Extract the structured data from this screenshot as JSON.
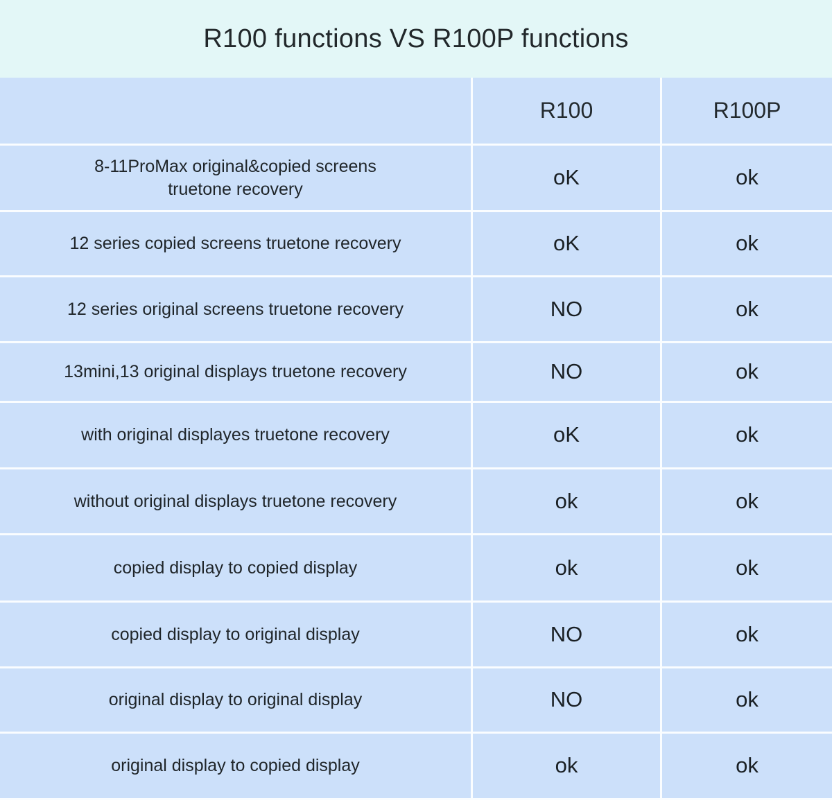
{
  "title": "R100 functions VS R100P functions",
  "colors": {
    "banner_background": "#e3f7f7",
    "cell_background": "#cce0fa",
    "grid_line": "#fafdff",
    "text": "#1f2529"
  },
  "table": {
    "columns": [
      {
        "key": "feature",
        "label": ""
      },
      {
        "key": "r100",
        "label": "R100"
      },
      {
        "key": "r100p",
        "label": "R100P"
      }
    ],
    "rows": [
      {
        "feature_line1": "8-11ProMax original&copied screens",
        "feature_line2": "truetone recovery",
        "r100": "oK",
        "r100p": "ok"
      },
      {
        "feature_line1": "12 series copied screens truetone recovery",
        "feature_line2": "",
        "r100": "oK",
        "r100p": "ok"
      },
      {
        "feature_line1": "12 series original screens truetone recovery",
        "feature_line2": "",
        "r100": "NO",
        "r100p": "ok"
      },
      {
        "feature_line1": "13mini,13 original displays truetone recovery",
        "feature_line2": "",
        "r100": "NO",
        "r100p": "ok"
      },
      {
        "feature_line1": "with original displayes truetone recovery",
        "feature_line2": "",
        "r100": "oK",
        "r100p": "ok"
      },
      {
        "feature_line1": "without original displays truetone recovery",
        "feature_line2": "",
        "r100": "ok",
        "r100p": "ok"
      },
      {
        "feature_line1": "copied display to copied display",
        "feature_line2": "",
        "r100": "ok",
        "r100p": "ok"
      },
      {
        "feature_line1": "copied display to original display",
        "feature_line2": "",
        "r100": "NO",
        "r100p": "ok"
      },
      {
        "feature_line1": "original display to original display",
        "feature_line2": "",
        "r100": "NO",
        "r100p": "ok"
      },
      {
        "feature_line1": "original display to copied display",
        "feature_line2": "",
        "r100": "ok",
        "r100p": "ok"
      }
    ]
  }
}
